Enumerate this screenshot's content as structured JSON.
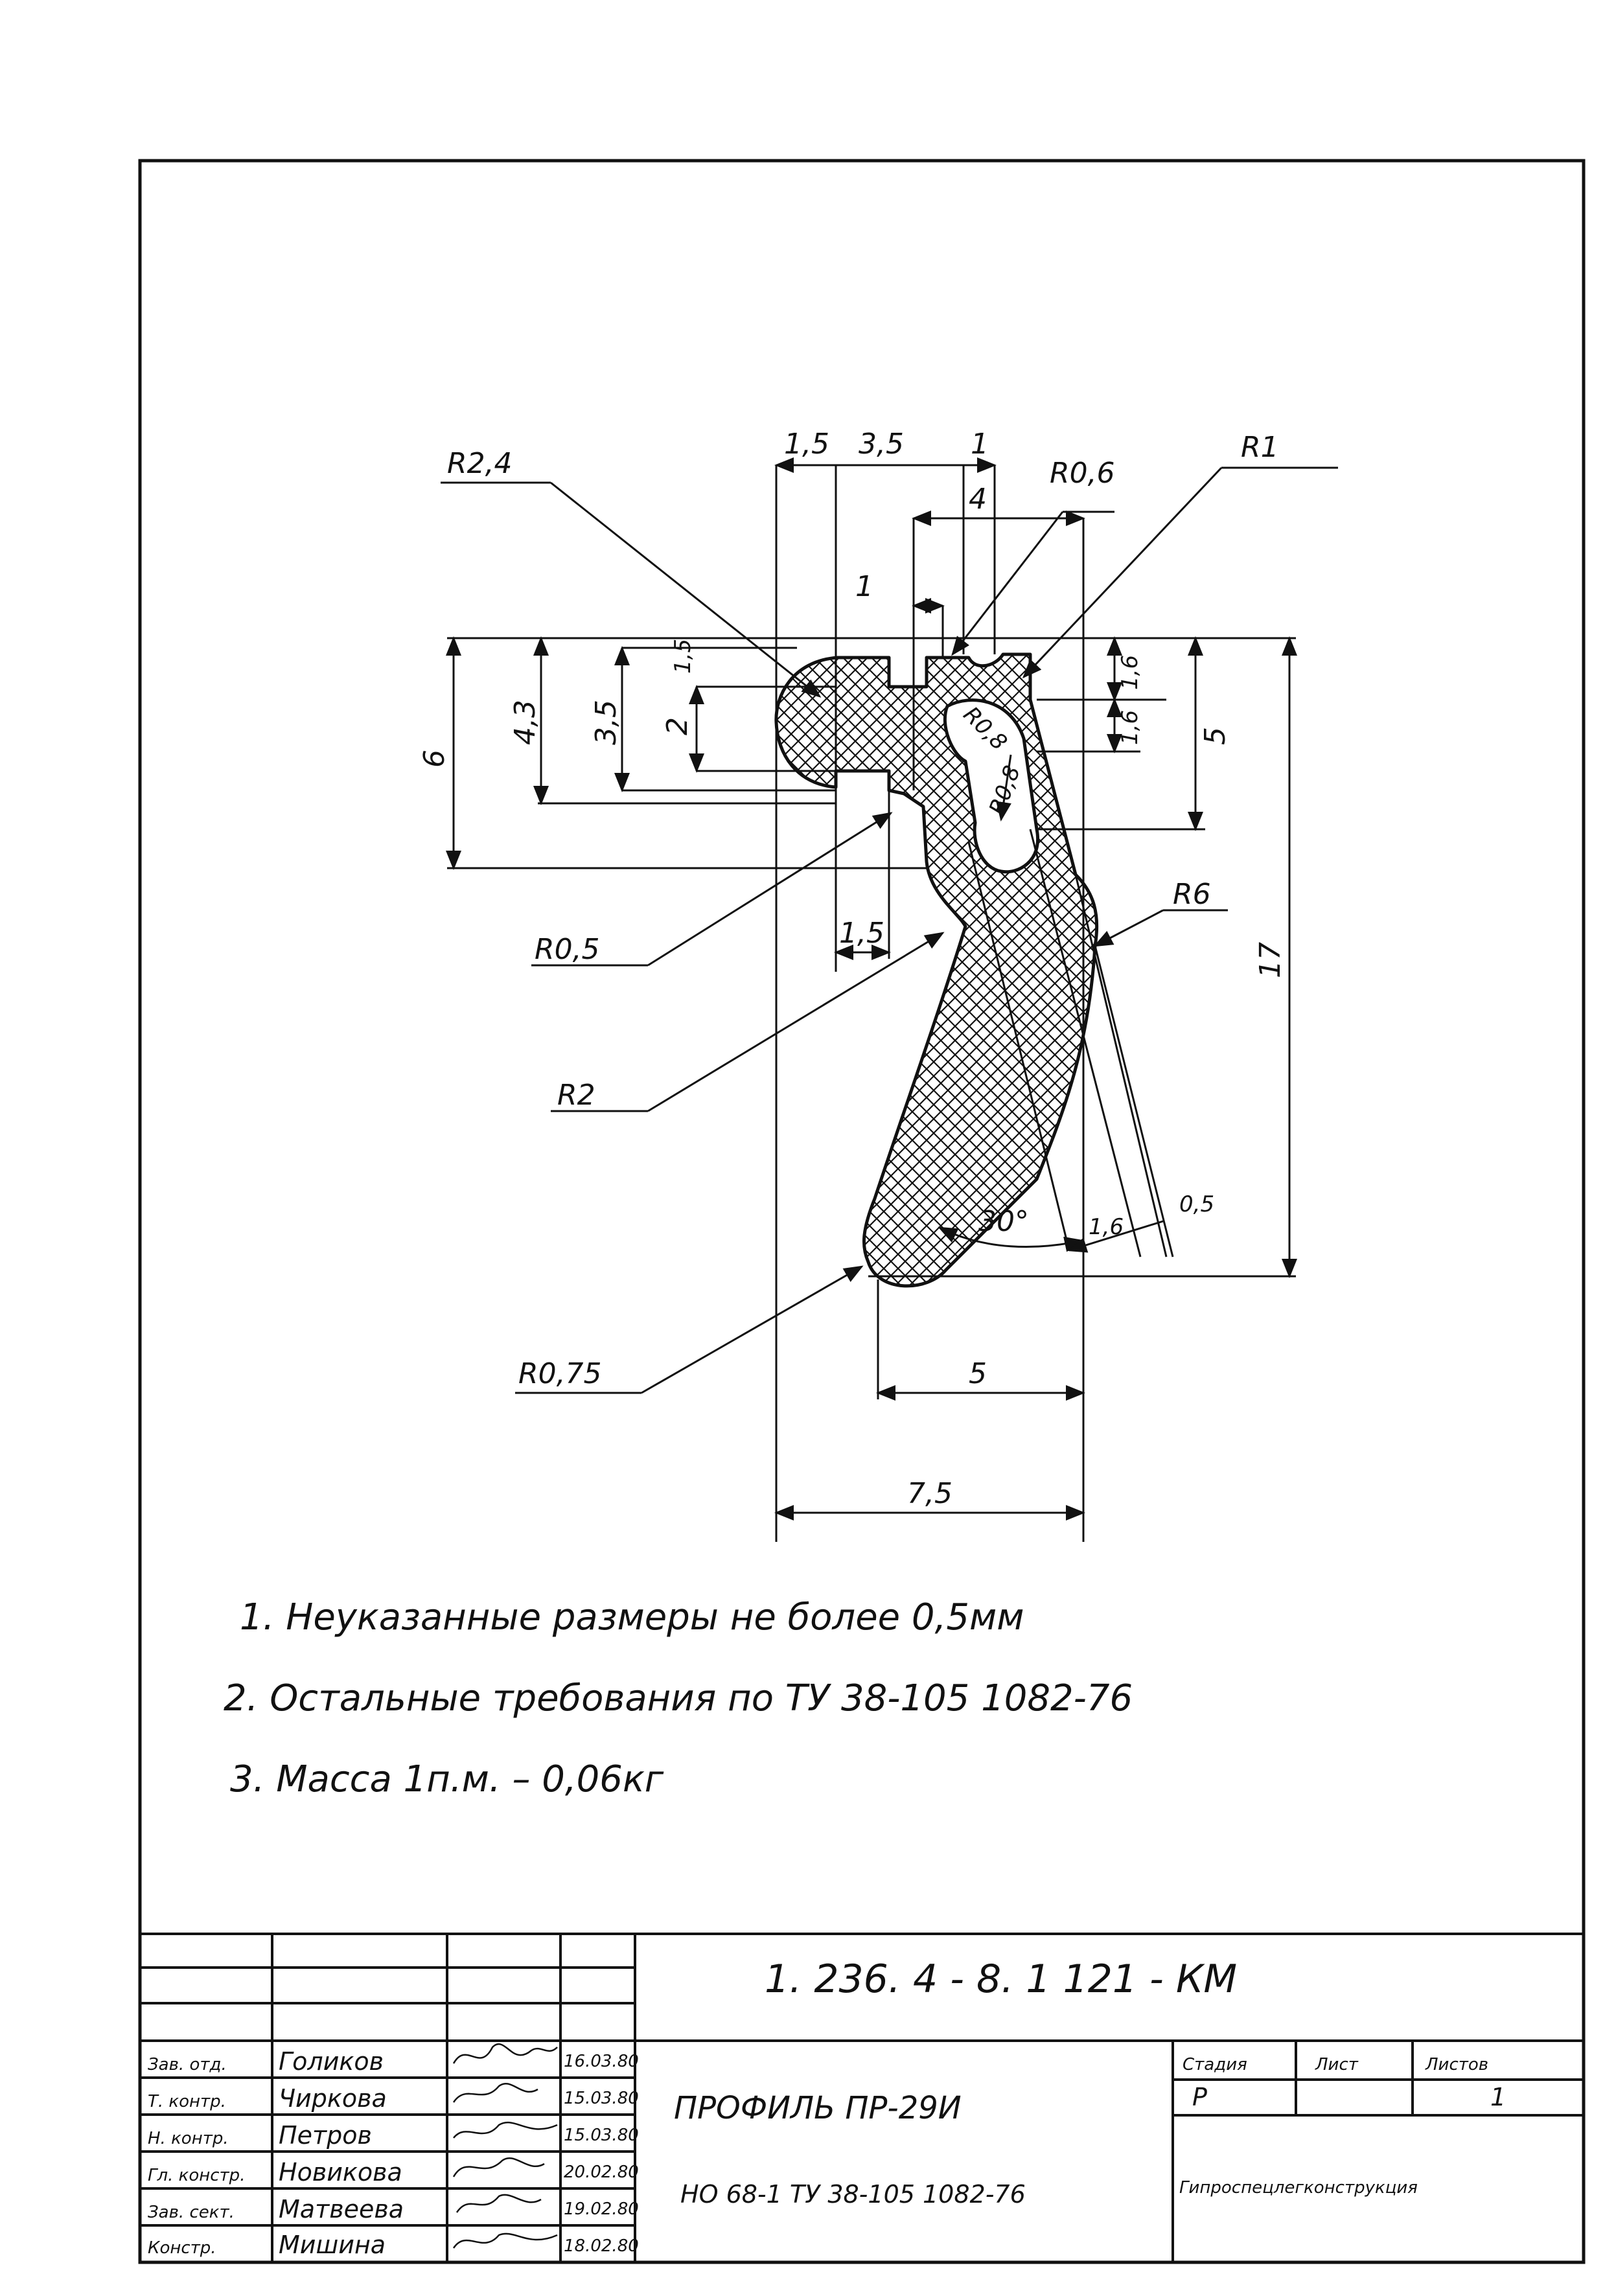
{
  "drawing": {
    "dimensions": {
      "r24": "R2,4",
      "w15_top": "1,5",
      "w35_top": "3,5",
      "w1_top": "1",
      "w4": "4",
      "r06": "R0,6",
      "r1": "R1",
      "w1_mid": "1",
      "h15": "1,5",
      "h2": "2",
      "h35": "3,5",
      "h43": "4,3",
      "h6": "6",
      "h16_a": "1,6",
      "h16_b": "1,6",
      "h5_right": "5",
      "r08_a": "R0,8",
      "r08_b": "R0,8",
      "r05": "R0,5",
      "w15_bottom": "1,5",
      "r6": "R6",
      "h17": "17",
      "r2": "R2",
      "angle30": "30°",
      "d16": "1,6",
      "d05": "0,5",
      "r075": "R0,75",
      "w5": "5",
      "w75": "7,5"
    }
  },
  "notes": [
    "1. Неуказанные  размеры  не более  0,5мм",
    "2. Остальные  требования  по ТУ 38-105 1082-76",
    "3. Масса  1п.м. – 0,06кг"
  ],
  "title_block": {
    "doc_code": "1. 236. 4 - 8. 1    121 - КМ",
    "title": "ПРОФИЛЬ   ПР-29И",
    "spec": "НО 68-1 ТУ 38-105 1082-76",
    "org": "Гипроспецлегконструкция",
    "stage_label": "Стадия",
    "sheet_label": "Лист",
    "sheets_label": "Листов",
    "stage_value": "Р",
    "sheet_value": "",
    "sheets_value": "1",
    "staff": [
      {
        "role": "Зав. отд.",
        "name": "Голиков",
        "date": "16.03.80"
      },
      {
        "role": "Т. контр.",
        "name": "Чиркова",
        "date": "15.03.80"
      },
      {
        "role": "Н. контр.",
        "name": "Петров",
        "date": "15.03.80"
      },
      {
        "role": "Гл. констр.",
        "name": "Новикова",
        "date": "20.02.80"
      },
      {
        "role": "Зав. сект.",
        "name": "Матвеева",
        "date": "19.02.80"
      },
      {
        "role": "Констр.",
        "name": "Мишина",
        "date": "18.02.80"
      }
    ]
  }
}
